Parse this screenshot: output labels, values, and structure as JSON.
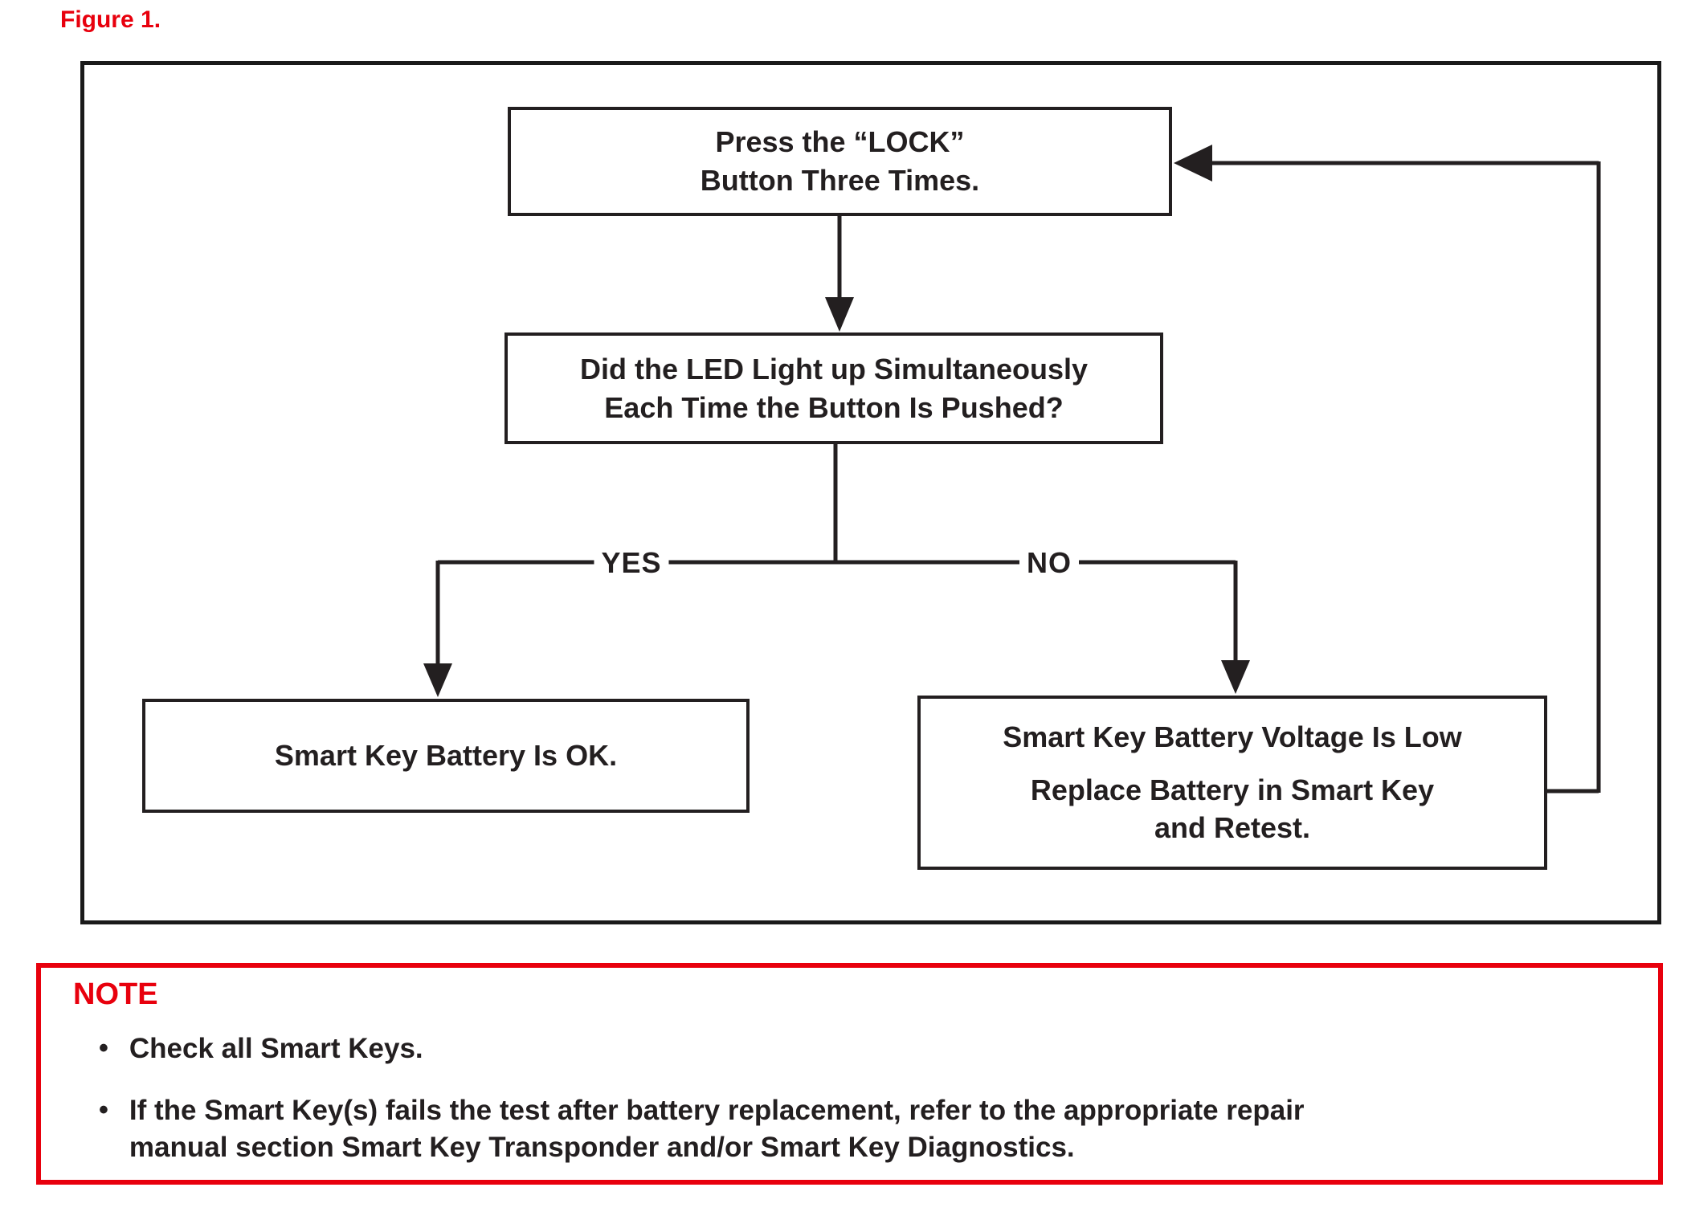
{
  "figure_label": "Figure 1.",
  "colors": {
    "accent_red": "#e8000d",
    "ink": "#231f20"
  },
  "flowchart": {
    "nodes": {
      "press_lock": {
        "lines": [
          "Press the “LOCK”",
          "Button Three Times."
        ]
      },
      "led_question": {
        "lines": [
          "Did the LED Light up Simultaneously",
          "Each Time the Button Is Pushed?"
        ]
      },
      "battery_ok": {
        "lines": [
          "Smart Key Battery Is OK."
        ]
      },
      "battery_low": {
        "line1": "Smart Key Battery Voltage Is Low",
        "line2": "Replace Battery in Smart Key",
        "line3": "and Retest."
      }
    },
    "branch_labels": {
      "yes": "YES",
      "no": "NO"
    }
  },
  "note": {
    "title": "NOTE",
    "bullet_glyph": "•",
    "bullets": [
      {
        "lines": [
          "Check all Smart Keys."
        ]
      },
      {
        "lines": [
          "If the Smart Key(s) fails the test after battery replacement, refer to the appropriate repair",
          "manual section Smart Key Transponder and/or Smart Key Diagnostics."
        ]
      }
    ]
  }
}
